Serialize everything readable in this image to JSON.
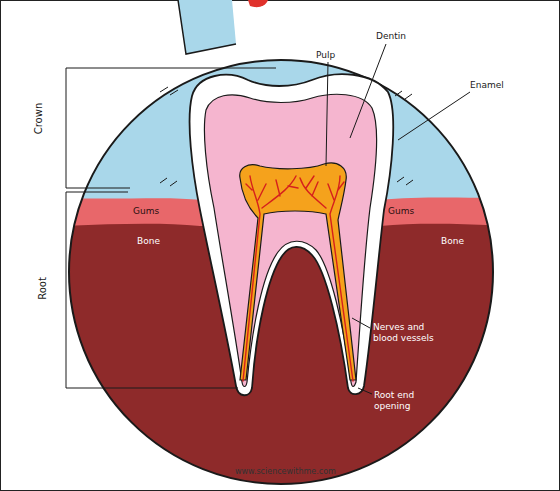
{
  "diagram": {
    "labels": [
      "Crown",
      "Root",
      "Pulp",
      "Dentin",
      "Enamel",
      "Gums",
      "Gums",
      "Bone",
      "Bone",
      "Nerves and blood vessels",
      "Root end opening",
      "www.sciencewithme.com"
    ]
  }
}
